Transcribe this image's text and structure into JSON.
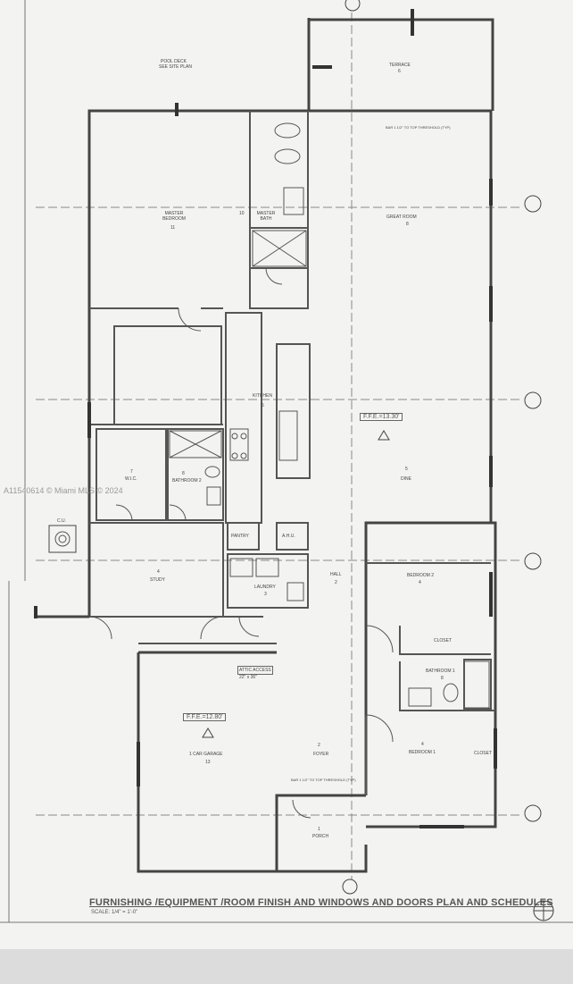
{
  "watermark": "A11540614 © Miami MLS © 2024",
  "sheet": {
    "title": "FURNISHING /EQUIPMENT /ROOM FINISH AND WINDOWS AND DOORS PLAN AND SCHEDULES",
    "scale": "SCALE: 1/4\" = 1'-0\""
  },
  "levels": {
    "main": "F.F.E.=13.30'",
    "garage": "F.F.E.=12.80'"
  },
  "rooms": {
    "pool_deck": "POOL DECK",
    "pool_deck_note": "SEE SITE PLAN",
    "terrace": "TERRACE",
    "terrace_num": "6",
    "master_bedroom": "MASTER BEDROOM",
    "master_bedroom_num": "11",
    "master_bath": "MASTER BATH",
    "master_bath_num": "10",
    "great_room": "GREAT ROOM",
    "great_room_num": "8",
    "kitchen": "KITCHEN",
    "kitchen_num": "5",
    "dine": "DINE",
    "dine_num": "5",
    "wic": "W.I.C.",
    "wic_num": "7",
    "bathroom2": "BATHROOM 2",
    "bathroom2_num": "8",
    "pantry": "PANTRY",
    "ahu": "A.H.U.",
    "study": "STUDY",
    "study_num": "4",
    "laundry": "LAUNDRY",
    "laundry_num": "3",
    "hall": "HALL",
    "hall_num": "2",
    "bedroom2": "BEDROOM 2",
    "bedroom2_num": "4",
    "closet_a": "CLOSET",
    "bathroom1": "BATHROOM 1",
    "bathroom1_num": "8",
    "bedroom1": "BEDROOM 1",
    "bedroom1_num": "4",
    "closet_b": "CLOSET",
    "foyer": "FOYER",
    "foyer_num": "2",
    "garage": "1 CAR GARAGE",
    "garage_num": "13",
    "porch": "PORCH",
    "porch_num": "1",
    "attic": "ATTIC ACCESS",
    "attic_size": "22\" x 36\"",
    "cu": "C.U."
  },
  "notes": {
    "threshold": "BAR 1 1/2\" TO TOP THRESHOLD (TYP)"
  }
}
